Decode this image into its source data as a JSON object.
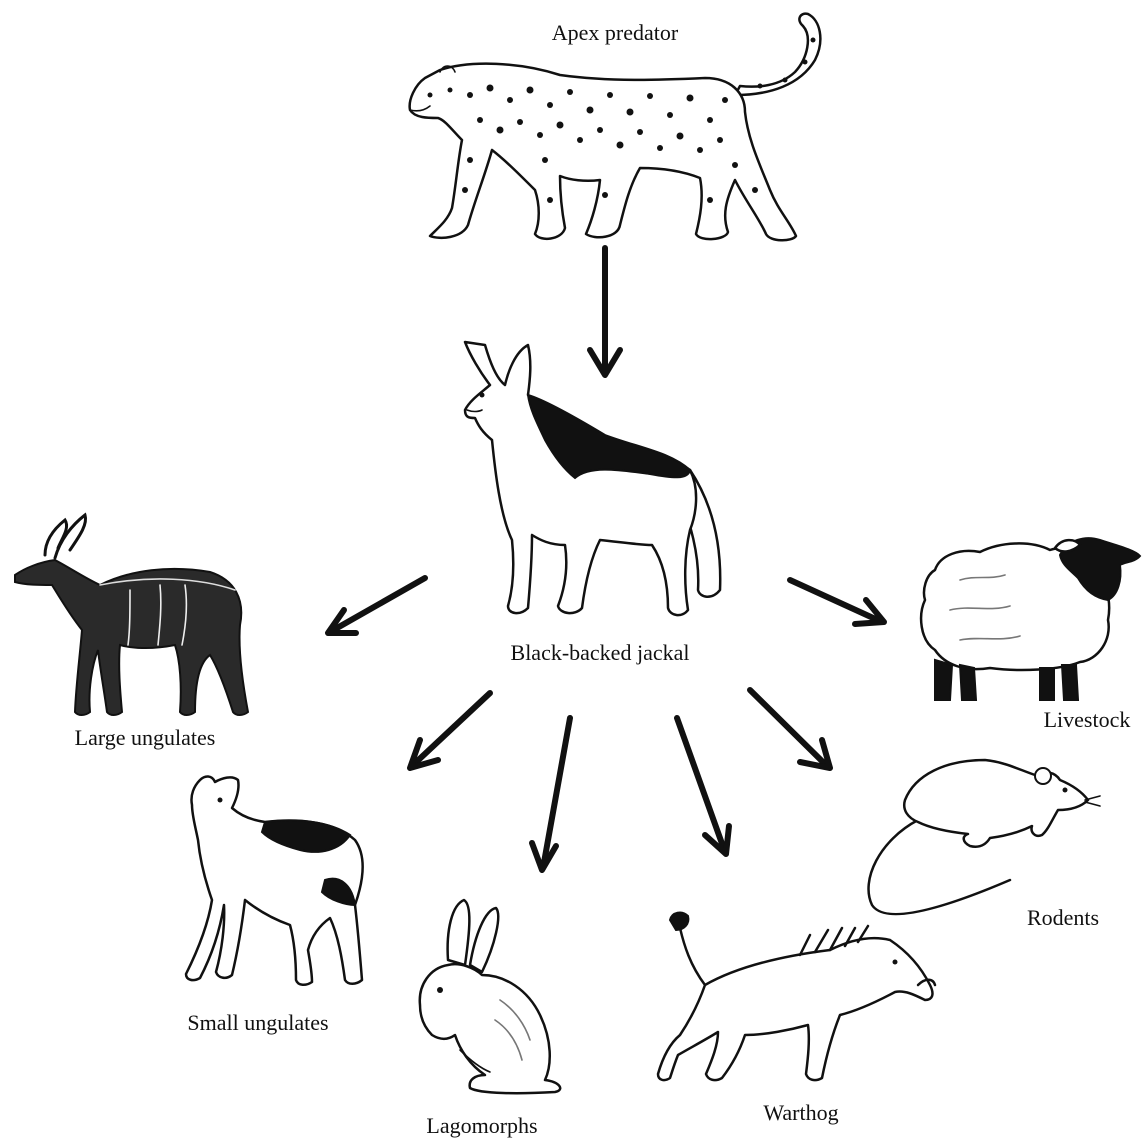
{
  "diagram": {
    "nodes": {
      "apex": {
        "label": "Apex predator",
        "icon": "leopard-icon"
      },
      "jackal": {
        "label": "Black-backed jackal",
        "icon": "jackal-icon"
      },
      "large_ungulates": {
        "label": "Large ungulates",
        "icon": "nyala-icon"
      },
      "small_ungulates": {
        "label": "Small ungulates",
        "icon": "duiker-icon"
      },
      "lagomorphs": {
        "label": "Lagomorphs",
        "icon": "hare-icon"
      },
      "warthog": {
        "label": "Warthog",
        "icon": "warthog-icon"
      },
      "rodents": {
        "label": "Rodents",
        "icon": "rat-icon"
      },
      "livestock": {
        "label": "Livestock",
        "icon": "sheep-icon"
      }
    },
    "edges": [
      {
        "from": "apex",
        "to": "jackal"
      },
      {
        "from": "jackal",
        "to": "large_ungulates"
      },
      {
        "from": "jackal",
        "to": "small_ungulates"
      },
      {
        "from": "jackal",
        "to": "lagomorphs"
      },
      {
        "from": "jackal",
        "to": "warthog"
      },
      {
        "from": "jackal",
        "to": "rodents"
      },
      {
        "from": "jackal",
        "to": "livestock"
      }
    ]
  }
}
